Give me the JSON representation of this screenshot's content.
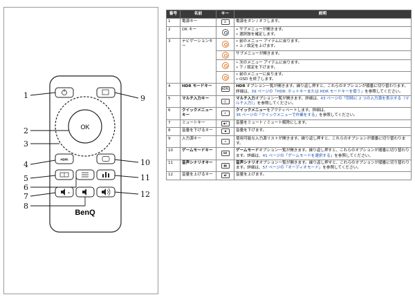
{
  "callouts": [
    "1",
    "2",
    "3",
    "4",
    "5",
    "6",
    "7",
    "8",
    "9",
    "10",
    "11",
    "12"
  ],
  "remote": {
    "ok_label": "OK",
    "hdr_label": "HDRi",
    "brand": "BenQ"
  },
  "table": {
    "headers": [
      "番号",
      "名前",
      "キー",
      "説明"
    ],
    "rows": [
      {
        "no": "1",
        "name": "電源キー",
        "key": "power",
        "desc": [
          {
            "t": "電源をオン / オフします。"
          }
        ]
      },
      {
        "no": "2",
        "name": "OK キー",
        "key": "ok",
        "desc": [
          {
            "t": "• サブメニューが開きます。"
          },
          {
            "t": "• 選択肢を確定します。"
          }
        ]
      },
      {
        "no": "4",
        "name": "HDR モードキー",
        "name_bold": true,
        "key": "HDRi",
        "desc": [
          {
            "b": "HDR",
            "t": " オプション一覧が開きます。繰り返し押すと、これらのオプションが順番に切り替わります。詳細は、"
          },
          {
            "l": "39 ページの「HDR: ホットキーまたは HDR モードキーを使う」"
          },
          {
            "t": "を参照してください。"
          }
        ]
      },
      {
        "no": "5",
        "name": "マルチ入力キー",
        "name_bold": true,
        "key": "dual",
        "desc": [
          {
            "b": "マルチ入力",
            "t": "オプション一覧が開きます。詳細は、"
          },
          {
            "l": "43 ページの「同時に 2 つの入力源を表示する（マルチ入力）」"
          },
          {
            "t": "を参照してください。"
          }
        ]
      },
      {
        "no": "6",
        "name": "クイックメニューキー",
        "name_bold": true,
        "key": "menu",
        "desc": [
          {
            "b": "クイックメニュー",
            "t": "をアクティベートします。詳細は、"
          },
          {
            "l": "36 ページの「クイックメニューで作業をする」"
          },
          {
            "t": "を参照してください。"
          }
        ]
      },
      {
        "no": "7",
        "name": "ミュートキー",
        "key": "mute",
        "desc": [
          {
            "t": "音量をミュート / ミュート解除にします。"
          }
        ]
      },
      {
        "no": "8",
        "name": "音量を下げるキー",
        "key": "voldown",
        "desc": [
          {
            "t": "音量を下げます。"
          }
        ]
      },
      {
        "no": "9",
        "name": "入力源キー",
        "key": "input",
        "desc": [
          {
            "t": "使用可能な入力源リストが開きます。繰り返し押すと、これらのオプションが順番に切り替わります。"
          }
        ]
      },
      {
        "no": "10",
        "name": "ゲームモードキー",
        "name_bold": true,
        "key": "game",
        "desc": [
          {
            "b": "ゲームモード",
            "t": "オプション一覧が開きます。繰り返し押すと、これらのオプションが順番に切り替わります。詳細は、"
          },
          {
            "l": "41 ページの「ゲームモードを選択する」"
          },
          {
            "t": "を参照してください。"
          }
        ]
      },
      {
        "no": "11",
        "name": "音声シナリオキー",
        "name_bold": true,
        "key": "audio",
        "desc": [
          {
            "b": "音声シナリオ",
            "t": "オプション一覧が開きます。繰り返し押すと、これらのオプションが順番に切り替わります。詳細は、"
          },
          {
            "l": "57 ページの「オーディオモード」"
          },
          {
            "t": "を参照してください。"
          }
        ]
      },
      {
        "no": "12",
        "name": "音量を上げるキー",
        "key": "volup",
        "desc": [
          {
            "t": "音量を上げます。"
          }
        ]
      }
    ],
    "nav": {
      "no": "3",
      "name": "ナビゲーションキー",
      "subs": [
        [
          "• 前のメニュー アイテムに戻ります。",
          "• 上 / 設定を上げます。"
        ],
        [
          "サブメニューが開きます。"
        ],
        [
          "• 次のメニュー アイテムに戻ります。",
          "• 下 / 設定を下げます。"
        ],
        [
          "• 前のメニューに戻ります。",
          "• OSD を終了します。"
        ]
      ]
    }
  }
}
